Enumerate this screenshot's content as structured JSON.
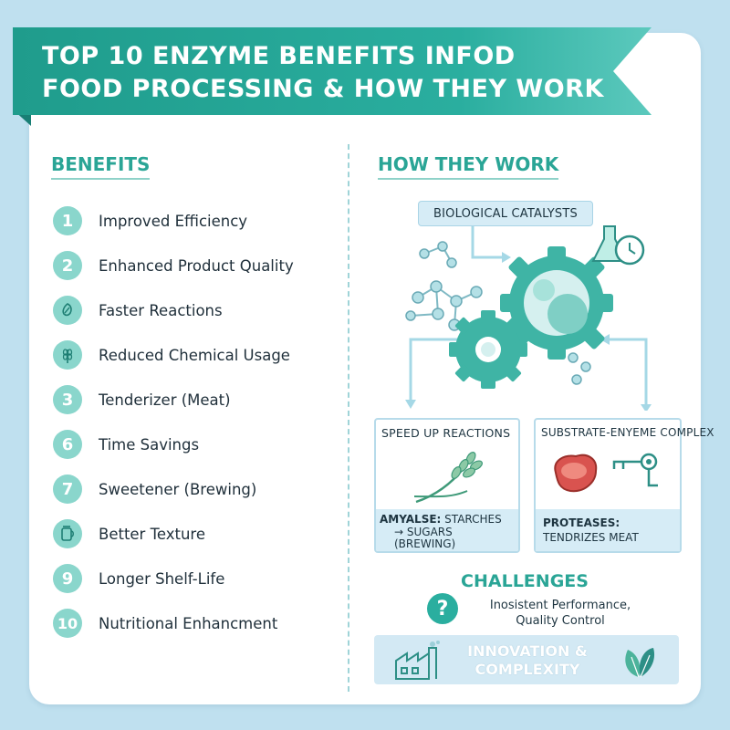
{
  "header": {
    "title_line1": "TOP 10 ENZYME BENEFITS INFOD",
    "title_line2": "FOOD PROCESSING & HOW THEY WORK"
  },
  "benefits": {
    "title": "BENEFITS",
    "items": [
      {
        "marker": "1",
        "label": "Improved Efficiency",
        "icon": "number"
      },
      {
        "marker": "2",
        "label": "Enhanced Product Quality",
        "icon": "number"
      },
      {
        "marker": "",
        "label": "Faster Reactions",
        "icon": "leaf-badge-icon"
      },
      {
        "marker": "",
        "label": "Reduced Chemical Usage",
        "icon": "wheat-icon"
      },
      {
        "marker": "3",
        "label": "Tenderizer (Meat)",
        "icon": "number"
      },
      {
        "marker": "6",
        "label": "Time Savings",
        "icon": "number"
      },
      {
        "marker": "7",
        "label": "Sweetener (Brewing)",
        "icon": "number"
      },
      {
        "marker": "",
        "label": "Better Texture",
        "icon": "jar-icon"
      },
      {
        "marker": "9",
        "label": "Longer Shelf-Life",
        "icon": "number"
      },
      {
        "marker": "10",
        "label": "Nutritional Enhancment",
        "icon": "number"
      }
    ]
  },
  "how": {
    "title": "HOW THEY WORK",
    "catalysts_label": "BIOLOGICAL CATALYSTS",
    "speed_title": "SPEED UP REACTIONS",
    "amylase_name": "AMYALSE:",
    "amylase_line1": "STARCHES",
    "amylase_line2": "→ SUGARS",
    "amylase_line3": "(BREWING)",
    "substrate_title": "SUBSTRATE-ENYEME COMPLEX",
    "protease_name": "PROTEASES:",
    "protease_desc": "TENDRIZES MEAT"
  },
  "challenges": {
    "title": "CHALLENGES",
    "line1": "Inosistent Performance,",
    "line2": "Quality Control"
  },
  "innovation": {
    "line1": "INNOVATION &",
    "line2": "COMPLEXITY"
  },
  "colors": {
    "accent": "#2aae9f",
    "background": "#bfe0ef",
    "meat": "#d9534f"
  }
}
